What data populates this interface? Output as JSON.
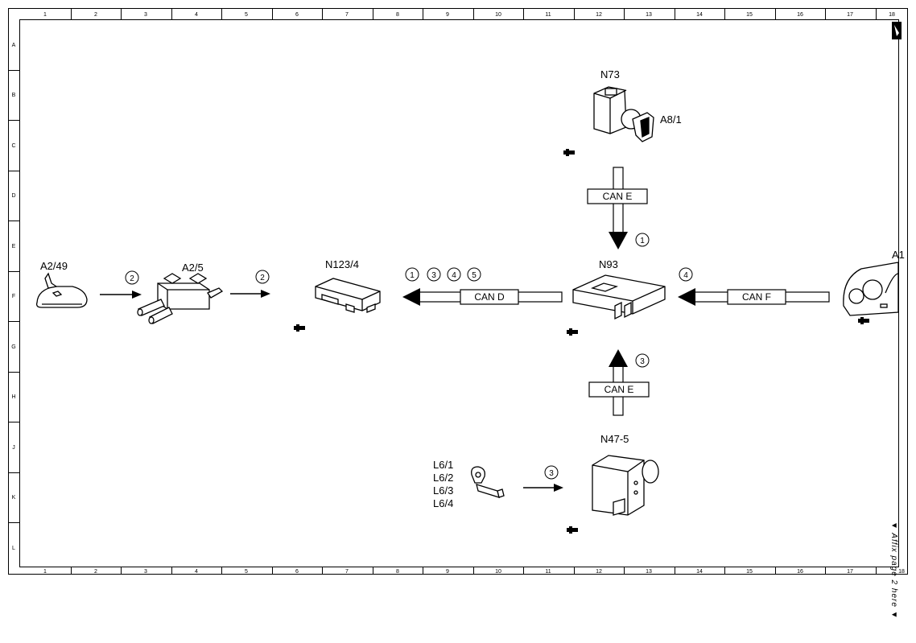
{
  "grid": {
    "columns": [
      "1",
      "2",
      "3",
      "4",
      "5",
      "6",
      "7",
      "8",
      "9",
      "10",
      "11",
      "12",
      "13",
      "14",
      "15",
      "16",
      "17",
      "18"
    ],
    "rows": [
      "A",
      "B",
      "C",
      "D",
      "E",
      "F",
      "G",
      "H",
      "J",
      "K",
      "L"
    ]
  },
  "components": {
    "a2_49": "A2/49",
    "a2_5": "A2/5",
    "n123_4": "N123/4",
    "n93": "N93",
    "n73": "N73",
    "a8_1": "A8/1",
    "n47_5": "N47-5",
    "a1": "A1",
    "l6": [
      "L6/1",
      "L6/2",
      "L6/3",
      "L6/4"
    ]
  },
  "buses": {
    "can_d": "CAN D",
    "can_e_top": "CAN E",
    "can_e_bottom": "CAN E",
    "can_f": "CAN F"
  },
  "signal_markers": {
    "a2_49_to_a2_5": "2",
    "a2_5_to_n123_4": "2",
    "can_d_group": [
      "1",
      "3",
      "4",
      "5"
    ],
    "can_e_top": "1",
    "can_f": "4",
    "can_e_bottom": "3",
    "l6_to_n47_5": "3"
  },
  "side_note": "▼ Affix page 2 here ▼"
}
